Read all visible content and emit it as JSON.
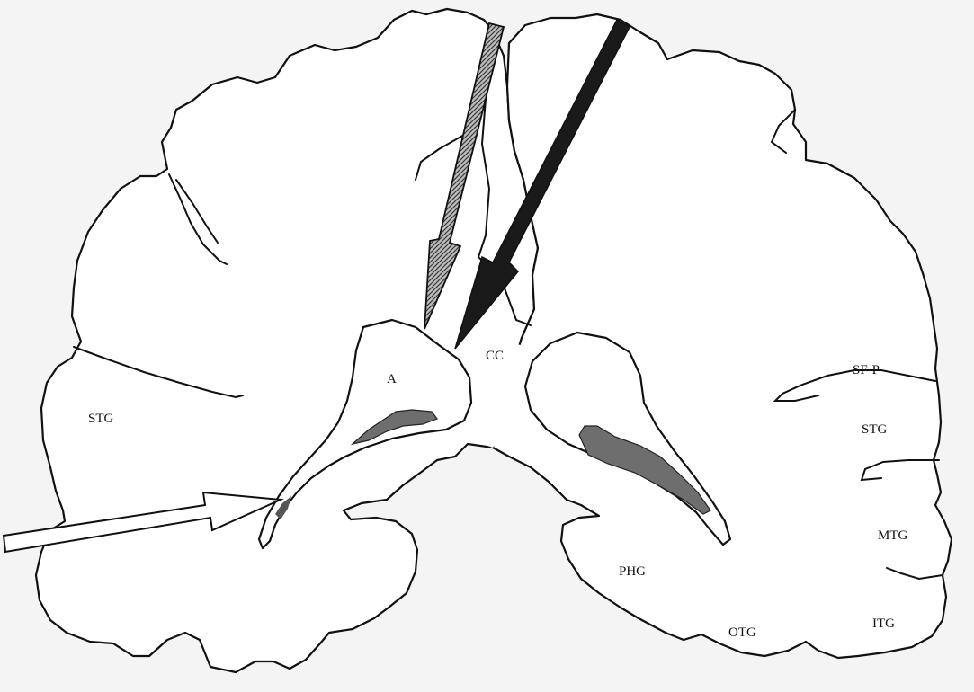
{
  "labels": {
    "stg_left": "STG",
    "a": "A",
    "cc": "CC",
    "sf_p": "SF-P",
    "stg_right": "STG",
    "mtg": "MTG",
    "phg": "PHG",
    "otg": "OTG",
    "itg": "ITG"
  },
  "colors": {
    "background": "#f4f4f4",
    "outline": "#111111",
    "arrow_dark": "#1a1a1a",
    "arrow_hatched": "#7a7a7a",
    "arrow_white": "#ffffff",
    "ventricle_fill": "#6e6e6e"
  },
  "arrows": [
    {
      "name": "hatched-arrow",
      "style": "hatched"
    },
    {
      "name": "black-arrow",
      "style": "solid-dark"
    },
    {
      "name": "white-arrow",
      "style": "open-white"
    }
  ]
}
